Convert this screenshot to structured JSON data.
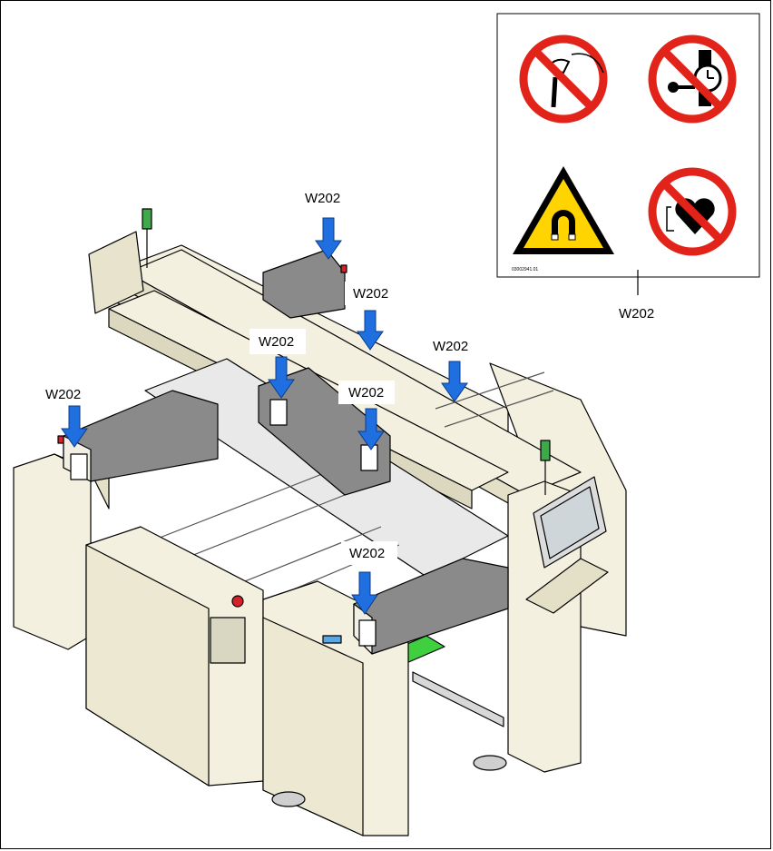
{
  "callouts": {
    "arrow_color": "#1f6fe0",
    "items": [
      {
        "label": "W202"
      },
      {
        "label": "W202"
      },
      {
        "label": "W202"
      },
      {
        "label": "W202"
      },
      {
        "label": "W202"
      },
      {
        "label": "W202"
      },
      {
        "label": "W202"
      }
    ]
  },
  "sign_panel": {
    "code": "03002941.01",
    "label": "W202",
    "signs": [
      {
        "icon": "no-metal-implants-icon"
      },
      {
        "icon": "no-metal-objects-watches-icon"
      },
      {
        "icon": "magnetic-field-warning-icon"
      },
      {
        "icon": "no-pacemakers-icon"
      }
    ],
    "colors": {
      "prohibit": "#e2231a",
      "warning": "#ffd400"
    }
  },
  "machine": {
    "body_color": "#f3f0df",
    "head_color": "#8a8a8a",
    "beacon_color": "#3fa84a",
    "stop_color": "#d8202a",
    "conveyor_color": "#3fcf3f"
  }
}
